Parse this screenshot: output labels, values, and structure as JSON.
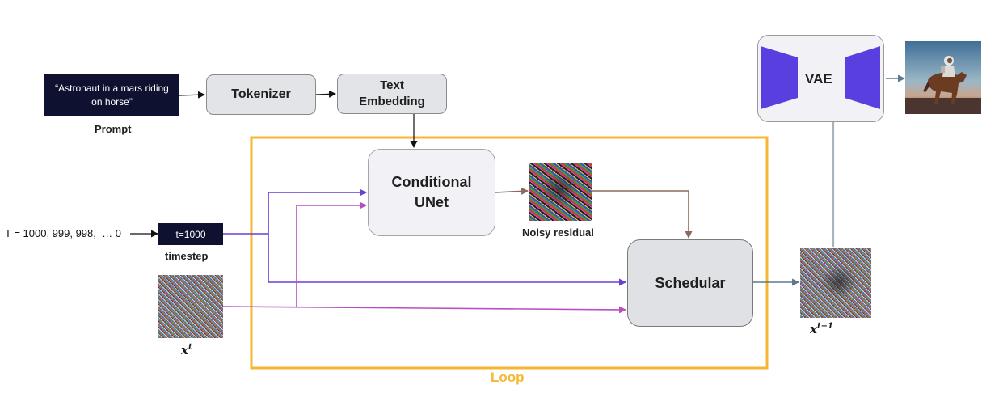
{
  "prompt": {
    "text": "“Astronaut in a mars riding on horse”",
    "caption": "Prompt"
  },
  "tokenizer": {
    "label": "Tokenizer"
  },
  "text_embedding": {
    "label": "Text Embedding"
  },
  "unet": {
    "label": "Conditional UNet"
  },
  "noisy_residual": {
    "caption": "Noisy residual"
  },
  "scheduler": {
    "label": "Schedular"
  },
  "vae": {
    "label": "VAE"
  },
  "timestep": {
    "sequence": "T = 1000, 999, 998,  … 0",
    "value": "t=1000",
    "caption": "timestep"
  },
  "latent_input": {
    "symbol": "x",
    "superscript": "t"
  },
  "latent_output": {
    "symbol": "x",
    "superscript": "t−1"
  },
  "loop": {
    "label": "Loop"
  },
  "colors": {
    "loop": "#f5b731",
    "timestep_path": "#6a3fd4",
    "latent_path": "#b74fc2",
    "residual_path": "#8a6a5a",
    "output_path": "#5d7a8c",
    "vae_block": "#5a3fe0",
    "prompt_bg": "#0e1130"
  }
}
